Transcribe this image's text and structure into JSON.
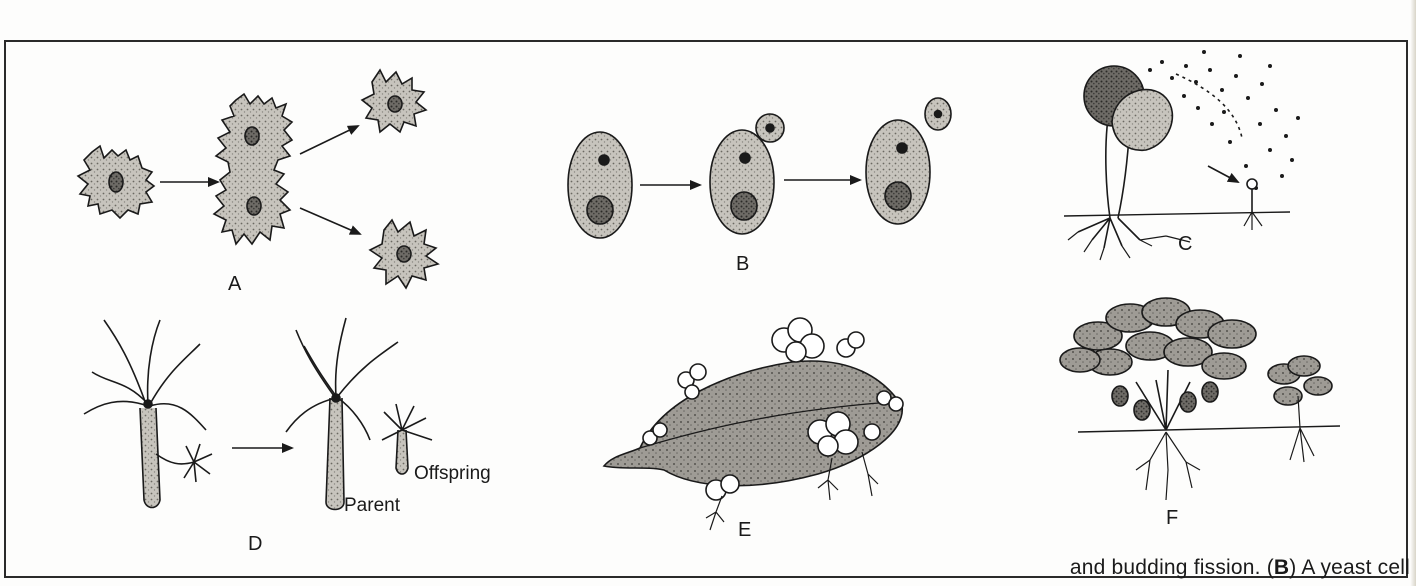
{
  "figure": {
    "panels": [
      {
        "id": "panel-a",
        "label": "A"
      },
      {
        "id": "panel-b",
        "label": "B"
      },
      {
        "id": "panel-c",
        "label": "C"
      },
      {
        "id": "panel-d",
        "label": "D",
        "labels": {
          "parent": "Parent",
          "offspring": "Offspring"
        }
      },
      {
        "id": "panel-e",
        "label": "E"
      },
      {
        "id": "panel-f",
        "label": "F"
      }
    ],
    "caption": {
      "before_b": "and budding fission. (",
      "b_letter": "B",
      "after_b": ") A yeast cell"
    }
  },
  "colors": {
    "ink": "#1a1a1a",
    "cell_fill": "#bdbab3",
    "frame": "#2a2a2a"
  }
}
